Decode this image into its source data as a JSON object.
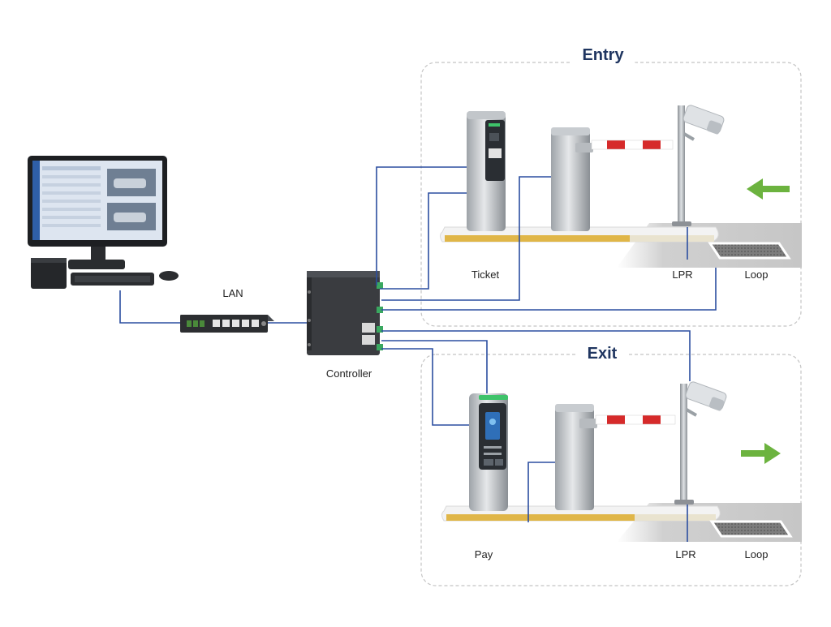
{
  "zones": {
    "entry": {
      "title": "Entry"
    },
    "exit": {
      "title": "Exit"
    }
  },
  "labels": {
    "lan": "LAN",
    "controller": "Controller",
    "entry_ticket": "Ticket",
    "entry_lpr": "LPR",
    "entry_loop": "Loop",
    "exit_pay": "Pay",
    "exit_lpr": "LPR",
    "exit_loop": "Loop"
  },
  "colors": {
    "wire": "#2b4ea0",
    "zone_border": "#c4c4c4",
    "title": "#1f3560",
    "arrow": "#6cb33f",
    "barrier_red": "#d62a2a",
    "platform_yellow": "#e0b648"
  },
  "icons": {
    "workstation": "desktop-computer-icon",
    "switch": "network-switch-icon",
    "controller": "controller-box-icon",
    "ticket": "ticket-dispenser-icon",
    "pay": "payment-terminal-icon",
    "barrier": "barrier-gate-icon",
    "camera": "lpr-camera-icon",
    "loop": "vehicle-loop-icon"
  }
}
